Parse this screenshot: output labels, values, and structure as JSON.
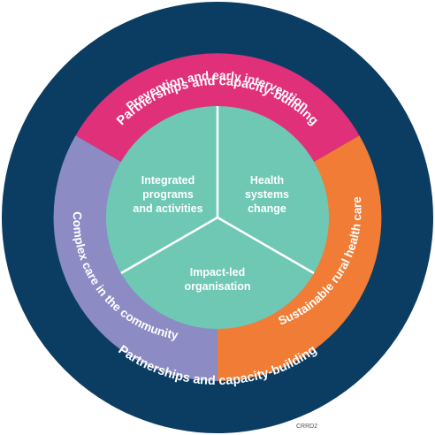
{
  "outer_ring": {
    "top_label": "Partnerships and capacity-building",
    "bottom_label": "Partnerships and capacity-building",
    "color": "#0b3d63"
  },
  "middle_ring": {
    "top": {
      "label": "Prevention and early intervention",
      "color": "#e0307a"
    },
    "right": {
      "label": "Sustainable rural health care",
      "color": "#f07c35"
    },
    "left": {
      "label": "Complex care in the community",
      "color": "#8c8bc4"
    }
  },
  "core": {
    "color": "#6ec8b4",
    "sectors": [
      {
        "line1": "Integrated",
        "line2": "programs",
        "line3": "and activities"
      },
      {
        "line1": "Health",
        "line2": "systems",
        "line3": "change"
      },
      {
        "line1": "Impact-led",
        "line2": "organisation"
      }
    ]
  },
  "credit": "CRRD2"
}
